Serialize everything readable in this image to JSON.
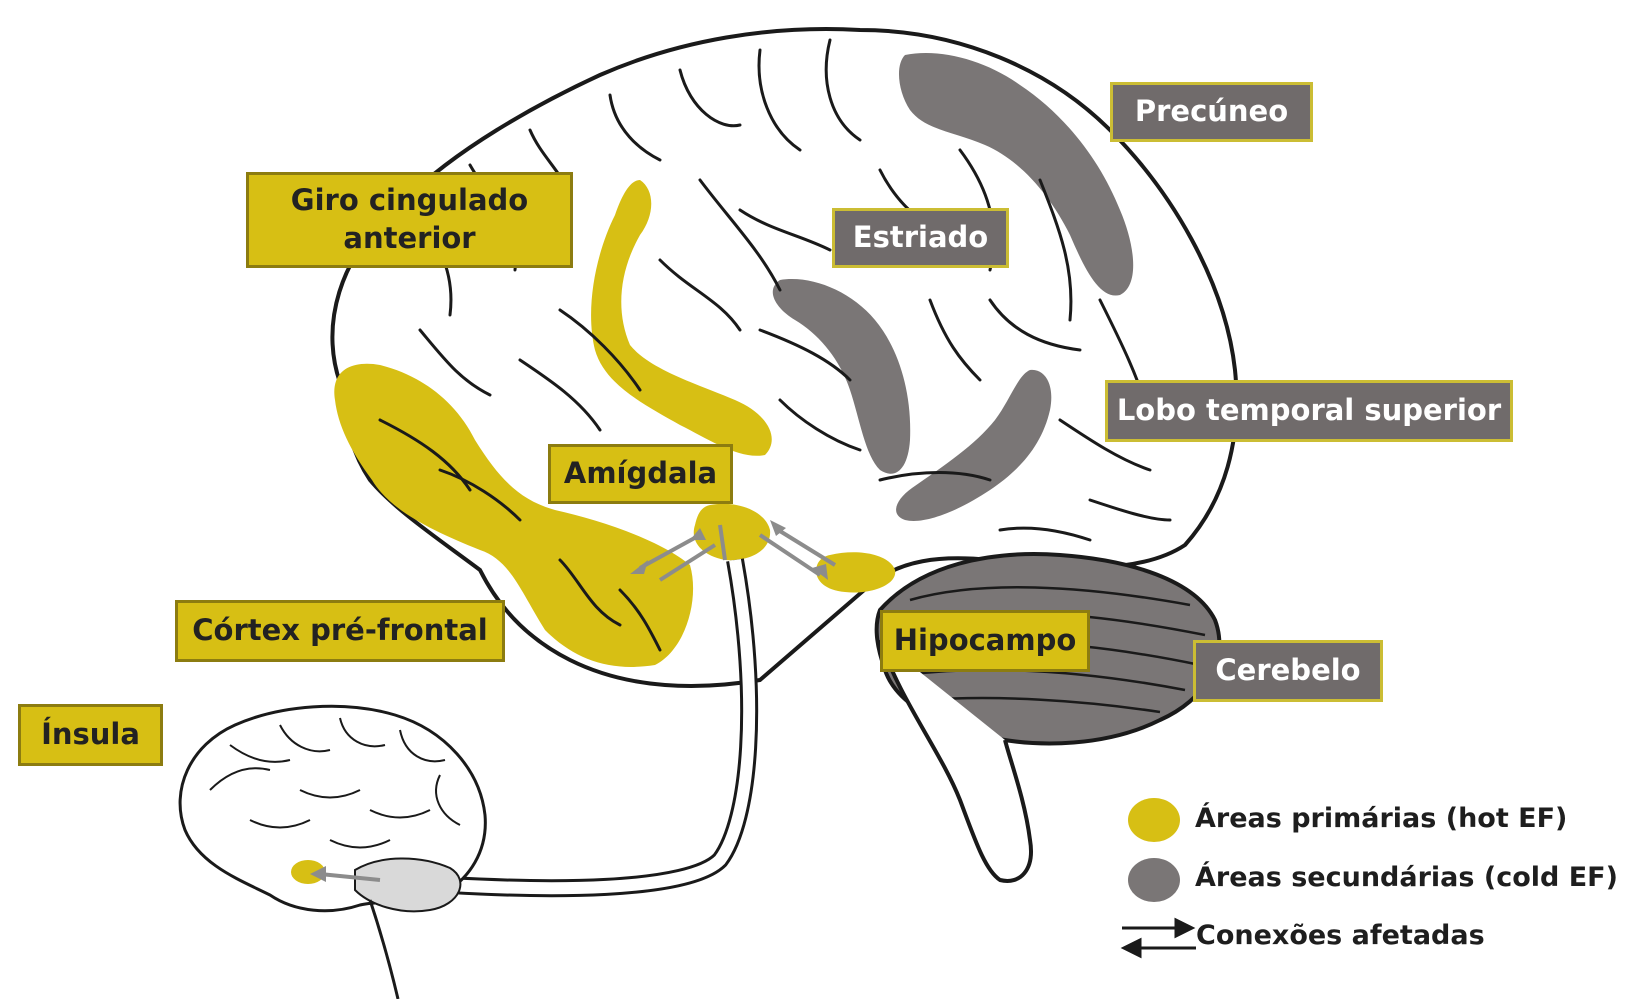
{
  "labels": {
    "giro_line1": "Giro cingulado",
    "giro_line2": "anterior",
    "precuneo": "Precúneo",
    "estriado": "Estriado",
    "lobo_temporal": "Lobo temporal superior",
    "amigdala": "Amígdala",
    "cortex": "Córtex pré-frontal",
    "hipocampo": "Hipocampo",
    "cerebelo": "Cerebelo",
    "insula": "Ínsula"
  },
  "legend": {
    "primary": "Áreas primárias (hot EF)",
    "secondary": "Áreas secundárias (cold EF)",
    "connections": "Conexões afetadas"
  },
  "colors": {
    "primary": "#d7bf14",
    "secondary": "#7a7676",
    "outline": "#1a1a1a"
  }
}
